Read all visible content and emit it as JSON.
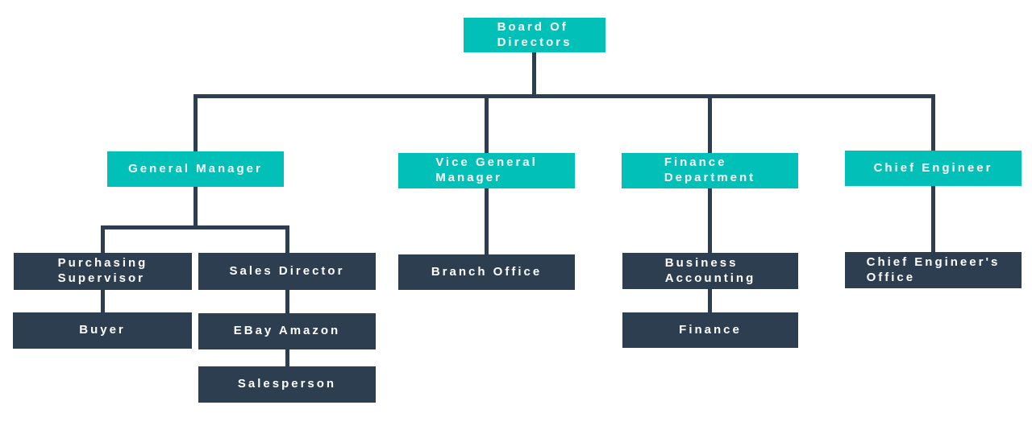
{
  "colors": {
    "teal": "#00C0B8",
    "dark": "#2D3E50",
    "text": "#FFFFFF",
    "background": "#FFFFFF"
  },
  "org_chart": {
    "type": "org-tree",
    "root": {
      "label": "Board Of\nDirectors",
      "children": [
        {
          "label": "General Manager",
          "children": [
            {
              "label": "Purchasing\nSupervisor",
              "children": [
                {
                  "label": "Buyer",
                  "children": []
                }
              ]
            },
            {
              "label": "Sales Director",
              "children": [
                {
                  "label": "EBay Amazon",
                  "children": [
                    {
                      "label": "Salesperson",
                      "children": []
                    }
                  ]
                }
              ]
            }
          ]
        },
        {
          "label": "Vice General\nManager",
          "children": [
            {
              "label": "Branch Office",
              "children": []
            }
          ]
        },
        {
          "label": "Finance\nDepartment",
          "children": [
            {
              "label": "Business\nAccounting",
              "children": [
                {
                  "label": "Finance",
                  "children": []
                }
              ]
            }
          ]
        },
        {
          "label": "Chief Engineer",
          "children": [
            {
              "label": "Chief Engineer's\nOffice",
              "children": []
            }
          ]
        }
      ]
    }
  }
}
